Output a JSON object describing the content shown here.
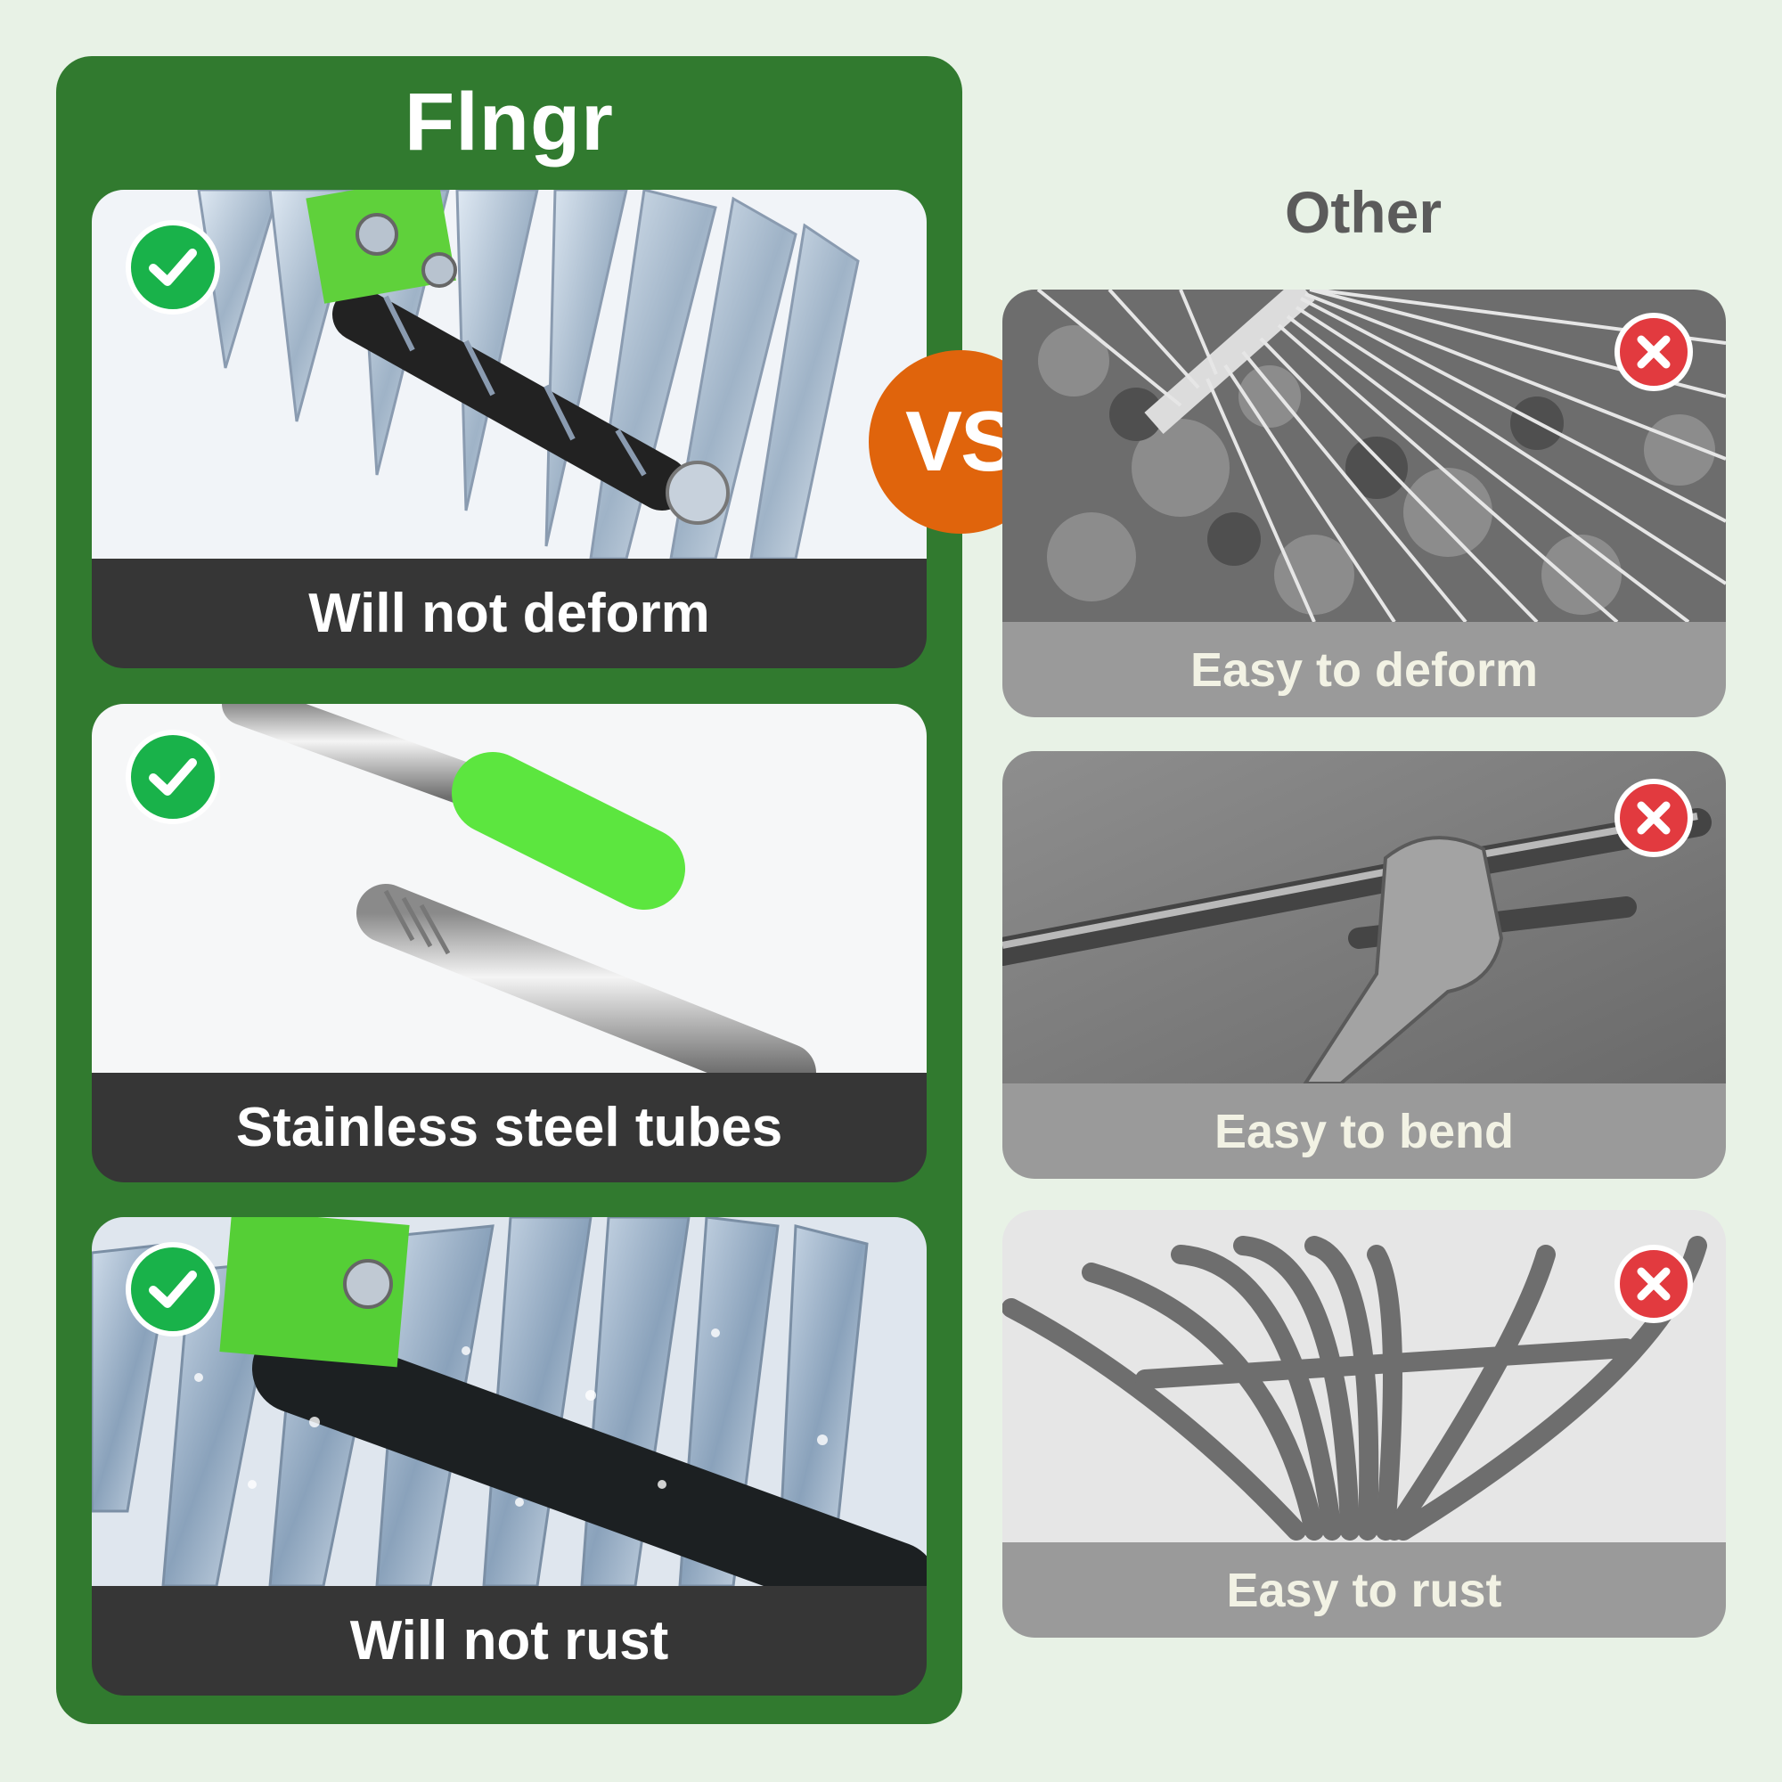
{
  "brand": "Flngr",
  "other_title": "Other",
  "vs_label": "VS",
  "good_items": [
    {
      "label": "Will not deform"
    },
    {
      "label": "Stainless steel tubes"
    },
    {
      "label": "Will not rust"
    }
  ],
  "bad_items": [
    {
      "label": "Easy to deform"
    },
    {
      "label": "Easy to bend"
    },
    {
      "label": "Easy to rust"
    }
  ],
  "colors": {
    "panel_green": "#317a2f",
    "check_green": "#19b24a",
    "cross_red": "#e23a3f",
    "vs_orange": "#e0640c",
    "label_dark": "#363636",
    "label_gray": "#9a9a9a"
  }
}
